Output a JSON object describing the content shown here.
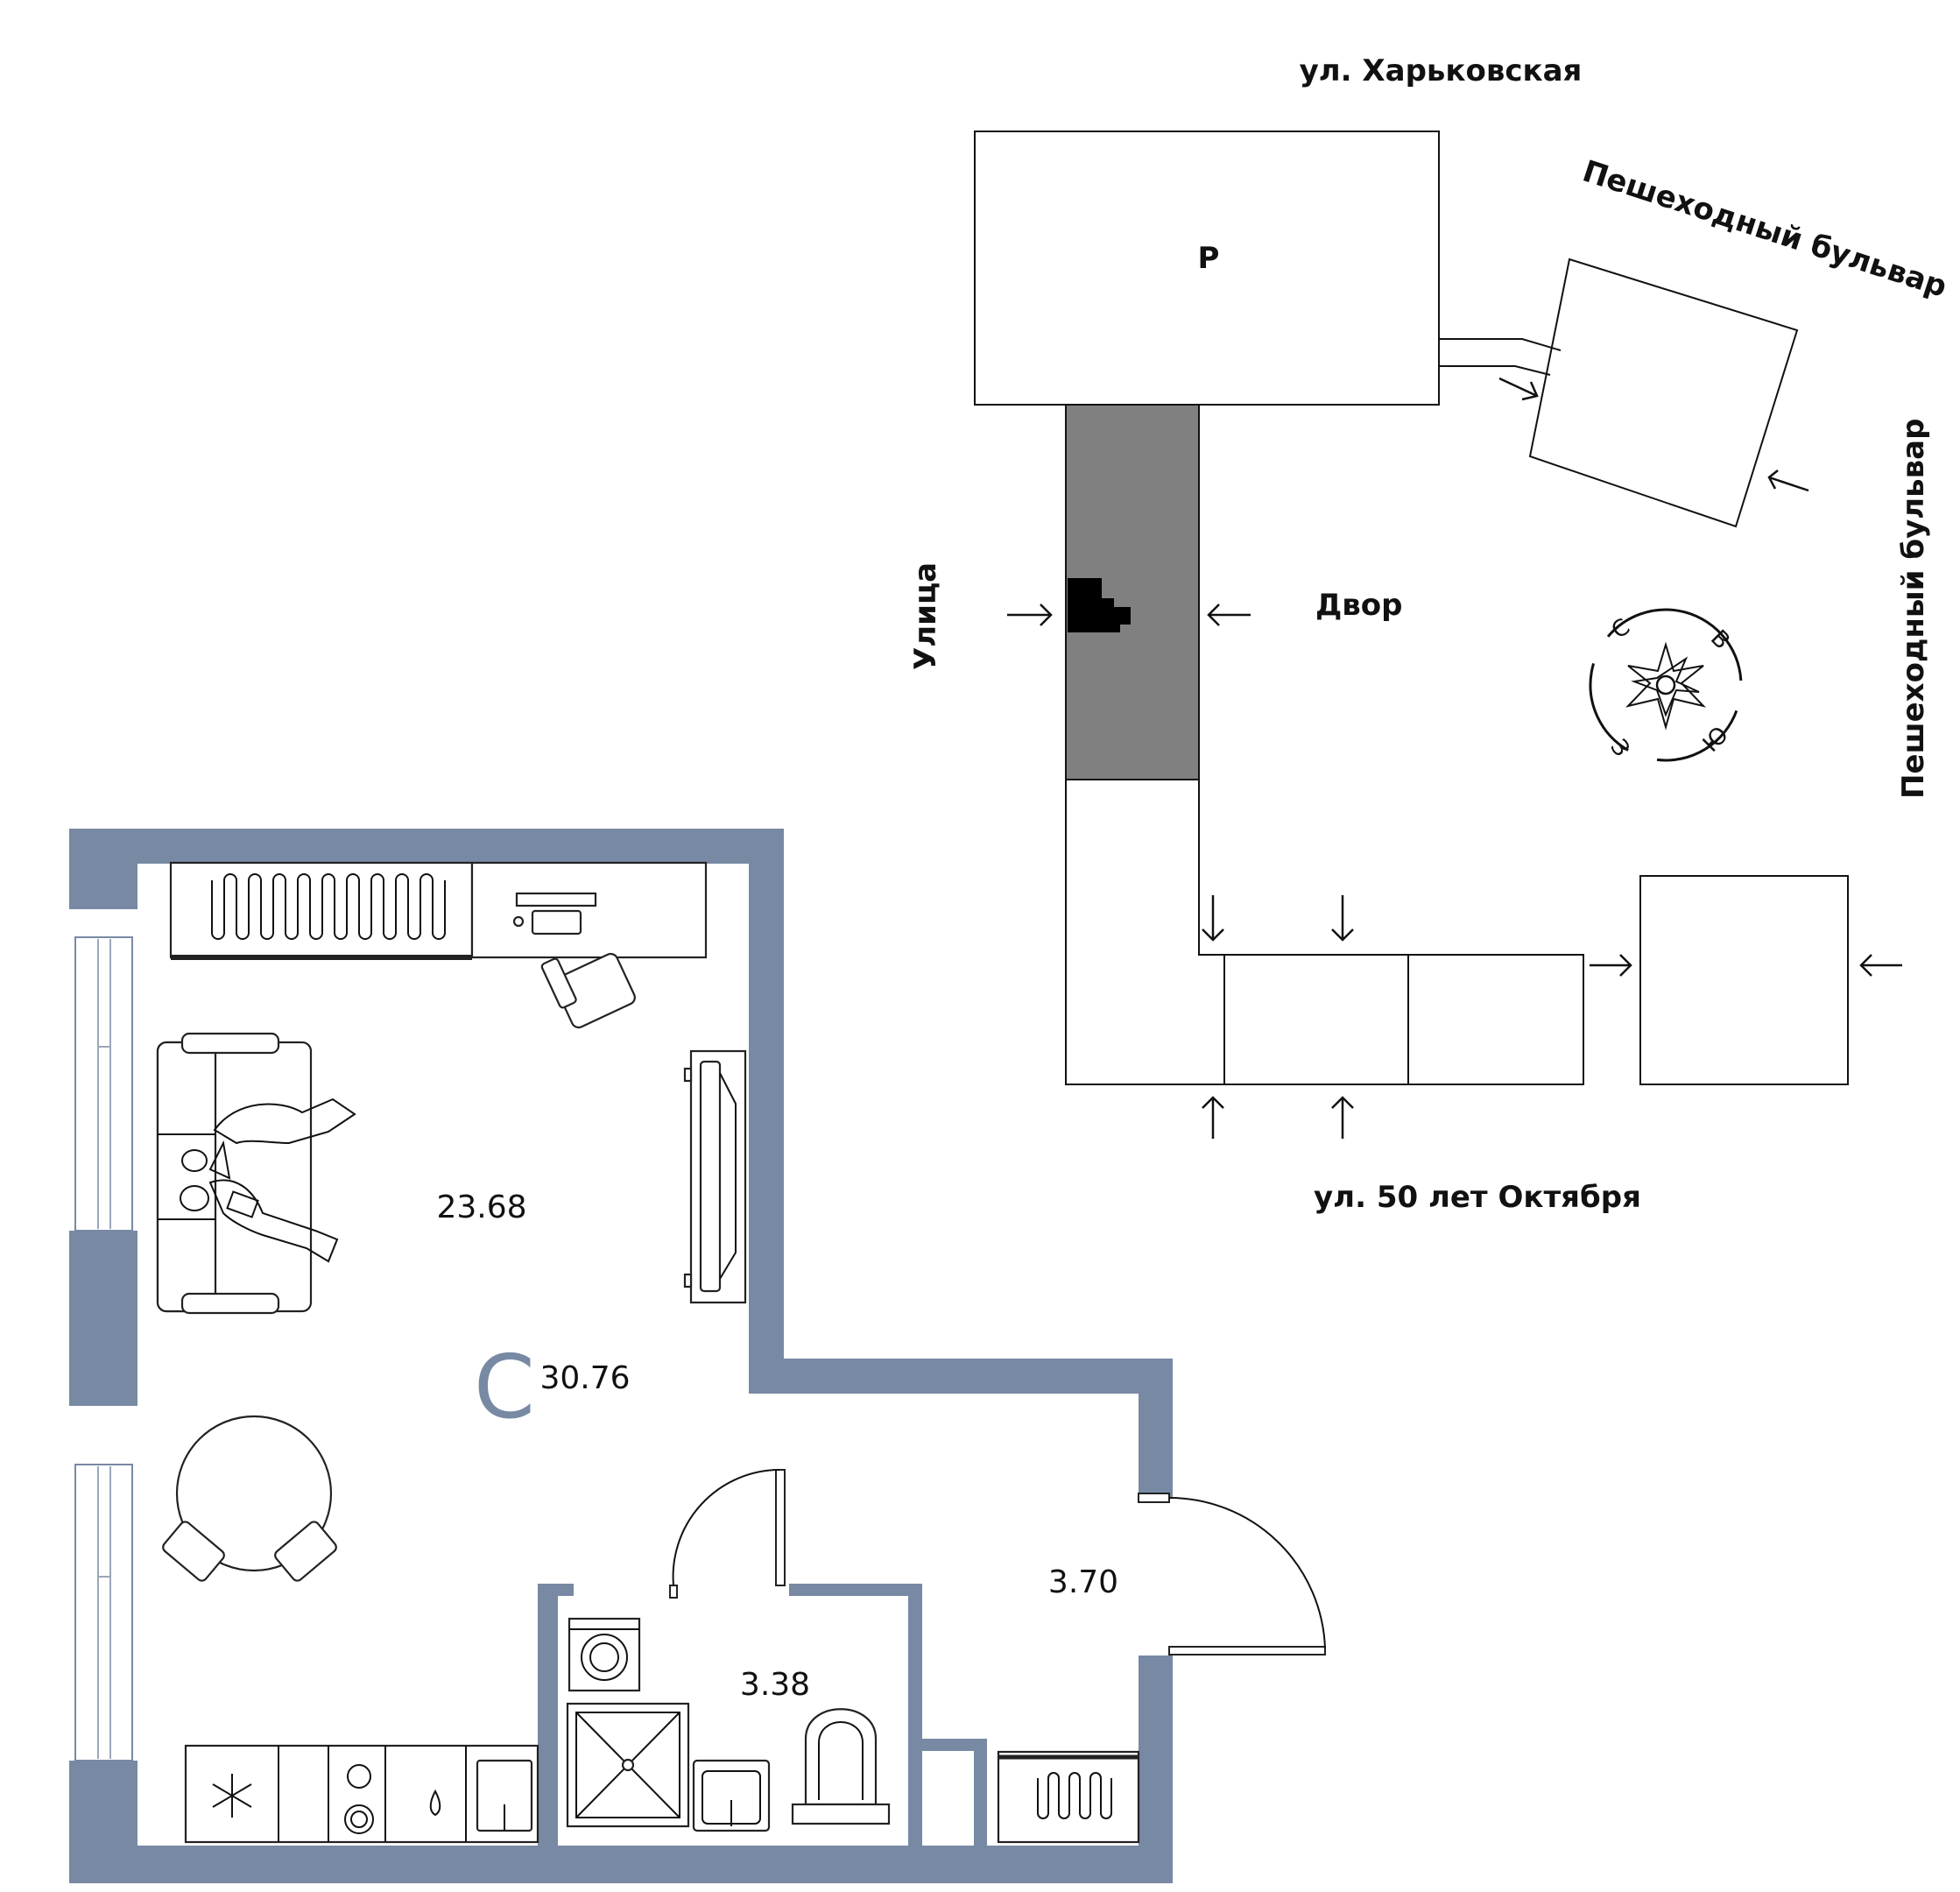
{
  "site_plan": {
    "street_top": "ул. Харьковская",
    "parking_label": "P",
    "boulevard_top": "Пешеходный бульвар",
    "boulevard_right": "Пешеходный бульвар",
    "street_left": "Улица",
    "yard_label": "Двор",
    "street_bottom": "ул. 50 лет Октября"
  },
  "compass": {
    "north": "С",
    "east": "В",
    "south": "Ю",
    "west": "З"
  },
  "floor_plan": {
    "living_area": "23.68",
    "apartment_type": "С",
    "total_area": "30.76",
    "hall_area": "3.70",
    "bathroom_area": "3.38"
  },
  "colors": {
    "wall": "#7789a3",
    "selected_section": "#808080"
  }
}
